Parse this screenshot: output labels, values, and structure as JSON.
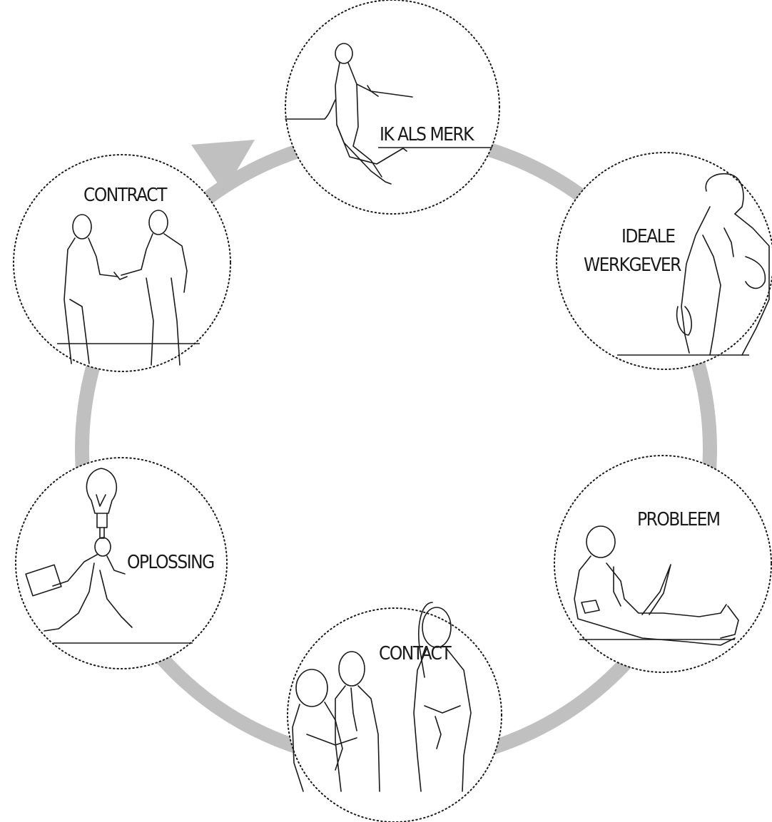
{
  "colors": {
    "ring": "#c0c0c0",
    "ink": "#1a1a1a",
    "background": "#ffffff"
  },
  "nodes": [
    {
      "id": "ik-als-merk",
      "label": "IK ALS MERK",
      "figure": "jumping-person-icon"
    },
    {
      "id": "ideale-werkgever",
      "label_lines": [
        "IDEALE",
        "WERKGEVER"
      ],
      "figure": "man-holding-phone-icon"
    },
    {
      "id": "probleem",
      "label": "PROBLEEM",
      "figure": "man-with-laptop-icon"
    },
    {
      "id": "contact",
      "label": "CONTACT",
      "figure": "people-talking-icon"
    },
    {
      "id": "oplossing",
      "label": "OPLOSSING",
      "figure": "running-man-lightbulb-icon"
    },
    {
      "id": "contract",
      "label": "CONTRACT",
      "figure": "handshake-icon"
    }
  ],
  "cycle_arrow": "arrow-icon"
}
